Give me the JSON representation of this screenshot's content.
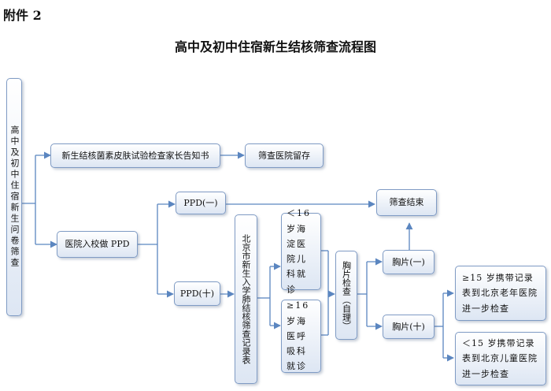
{
  "attachment_label": "附件 2",
  "title": "高中及初中住宿新生结核筛查流程图",
  "nodes": {
    "questionnaire": "高中及初中住宿新生问卷筛查",
    "skin_test_notice": "新生结核菌素皮肤试验检查家长告知书",
    "archive": "筛查医院留存",
    "ppd_at_school": "医院入校做 PPD",
    "ppd_negative": "PPD(一)",
    "ppd_positive": "PPD(十)",
    "registry": "北京市新生入学肺结核筛查记录表",
    "under16": "＜16 岁海淀医院儿科就诊",
    "over16": "≥16 岁海医呼吸科就诊",
    "xray_check": "胸片检查（自理）",
    "xray_negative": "胸片(一)",
    "xray_positive": "胸片(十)",
    "screening_end": "筛查结束",
    "over15_referral": "≥15 岁携带记录表到北京老年医院进一步检查",
    "under15_referral": "＜15 岁携带记录表到北京儿童医院进一步检查"
  },
  "colors": {
    "border": "#7f9bc4",
    "arrow": "#5b86c0"
  }
}
